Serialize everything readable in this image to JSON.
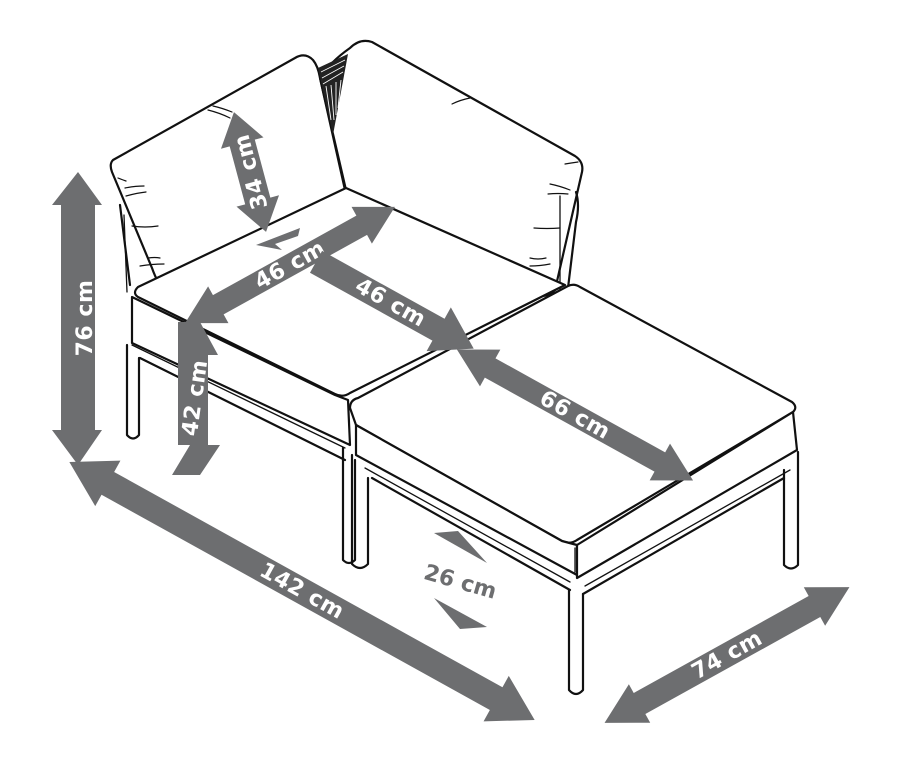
{
  "diagram": {
    "subject": "Modular corner sofa seat with footstool / ottoman, isometric line drawing",
    "arrow_color": "#6d6e70",
    "line_color": "#111111",
    "background": "#ffffff",
    "dimensions": {
      "total_height": "76 cm",
      "backrest_height": "34 cm",
      "seat_width": "46 cm",
      "seat_depth": "46 cm",
      "seat_height": "42 cm",
      "ottoman_length": "66 cm",
      "total_length": "142 cm",
      "total_depth": "74 cm",
      "leg_clearance": "26 cm"
    }
  }
}
